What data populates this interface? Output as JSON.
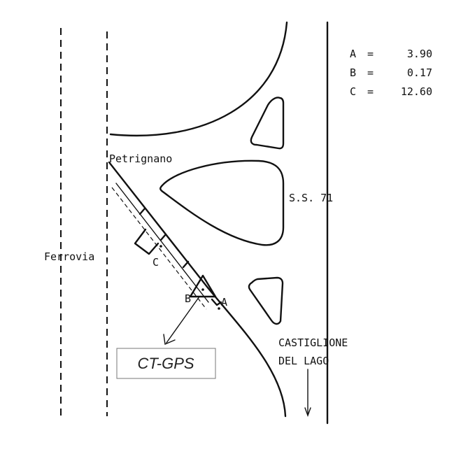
{
  "legend": {
    "a_label": "A",
    "a_value": "3.90",
    "b_label": "B",
    "b_value": "0.17",
    "c_label": "C",
    "c_value": "12.60",
    "equals": "="
  },
  "labels": {
    "petrignano": "Petrignano",
    "ss71": "S.S. 71",
    "ferrovia": "Ferrovia",
    "point_a": "A",
    "point_b": "B",
    "point_c": "C",
    "castiglione_line1": "CASTIGLIONE",
    "castiglione_line2": "DEL LAGO",
    "ct_gps": "CT-GPS"
  },
  "colors": {
    "ink": "#111111",
    "background": "#ffffff",
    "box_border": "#777777"
  }
}
